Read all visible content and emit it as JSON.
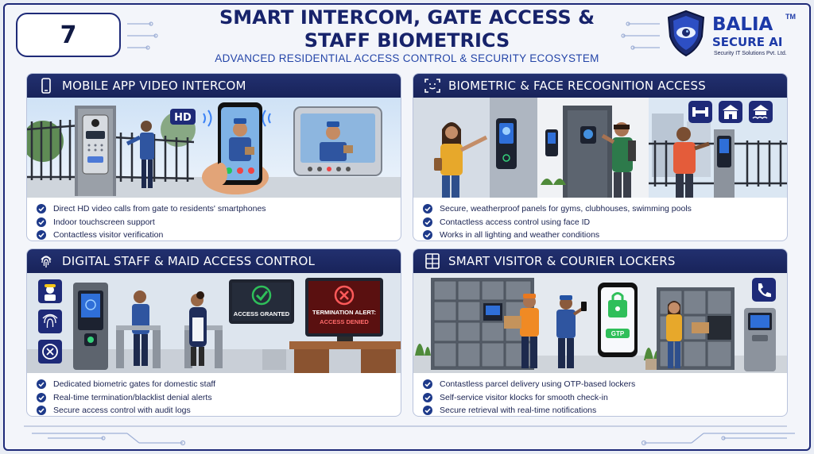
{
  "header": {
    "number": "7",
    "title_line1": "SMART INTERCOM, GATE ACCESS &",
    "title_line2": "STAFF BIOMETRICS",
    "subtitle": "ADVANCED RESIDENTIAL ACCESS CONTROL & SECURITY ECOSYSTEM"
  },
  "logo": {
    "name": "BALIA",
    "tm": "TM",
    "tagline": "SECURE AI",
    "company": "Security IT Solutions Pvt. Ltd."
  },
  "colors": {
    "navy": "#1a2352",
    "header_bar": "#1e2a78",
    "accent_blue": "#2445a8",
    "check_blue": "#1e3a8a",
    "granted_green": "#2fbf5a",
    "denied_red": "#e23b3b"
  },
  "panels": [
    {
      "title": "MOBILE APP VIDEO INTERCOM",
      "icon": "smartphone-icon",
      "scene": {
        "hd_badge": "HD"
      },
      "bullets": [
        "Direct HD video calls from gate to residents' smartphones",
        "Indoor touchscreen support",
        "Contactless visitor verification"
      ]
    },
    {
      "title": "BIOMETRIC & FACE RECOGNITION ACCESS",
      "icon": "face-scan-icon",
      "scene": {},
      "bullets": [
        "Secure, weatherproof panels for gyms, clubhouses, swimming pools",
        "Contactless access control using face ID",
        "Works in all lighting and weather conditions"
      ]
    },
    {
      "title": "DIGITAL STAFF & MAID ACCESS CONTROL",
      "icon": "fingerprint-icon",
      "scene": {
        "granted_label": "ACCESS GRANTED",
        "alert_line1": "TERMINATION ALERT:",
        "alert_line2": "ACCESS DENIED"
      },
      "bullets": [
        "Dedicated biometric gates for domestic staff",
        "Real-time termination/blacklist denial alerts",
        "Secure access control with audit logs"
      ]
    },
    {
      "title": "SMART VISITOR & COURIER LOCKERS",
      "icon": "locker-icon",
      "scene": {
        "otp_label": "GTP"
      },
      "bullets": [
        "Contastless parcel delivery using OTP-based lockers",
        "Self-service visitor klocks for smooth check-in",
        "Secure retrieval with real-time notifications"
      ]
    }
  ]
}
